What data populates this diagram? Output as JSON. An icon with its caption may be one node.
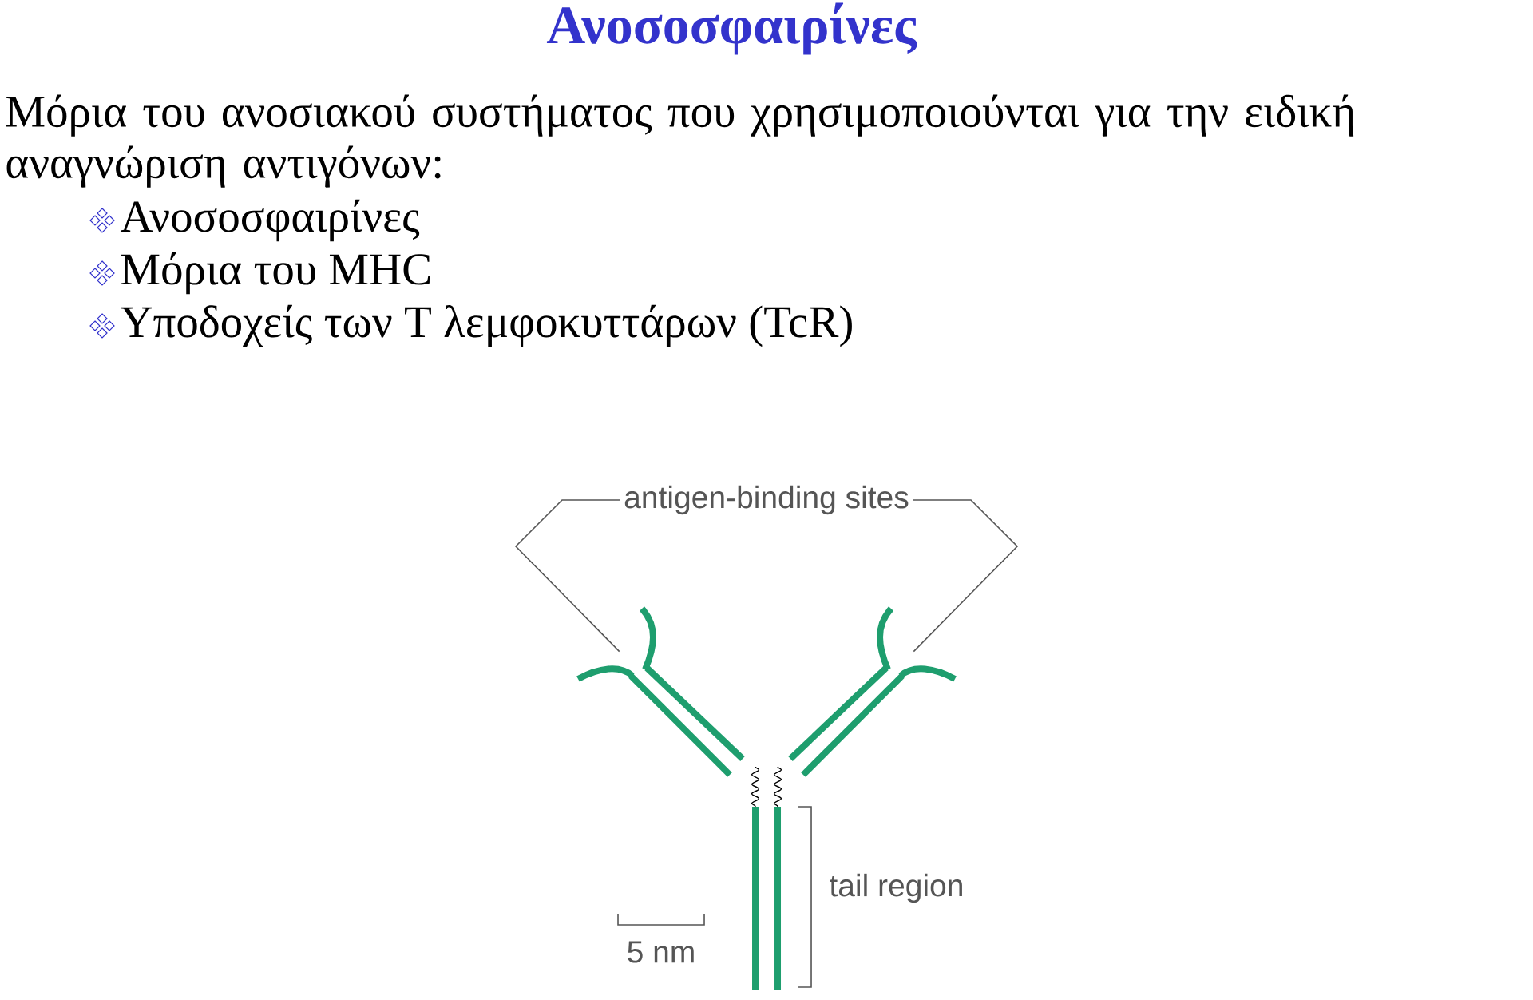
{
  "diagram": {
    "title": "Ανοσοσφαιρίνες",
    "nodes": [
      {
        "text": [
          "antigen-binding sites"
        ]
      },
      {
        "text": [],
        "shape": "arc"
      },
      {
        "text": [],
        "shape": "arc"
      }
    ],
    "edges": [
      {
        "from": 0,
        "to": 1,
        "arrow": "none"
      },
      {
        "from": 0,
        "to": 2,
        "arrow": "none"
      }
    ],
    "labels": [
      "Μόρια του ανοσιακού συστήματος που χρησιμοποιούνται για την ειδική αναγνώριση αντιγόνων:",
      "Ανοσοσφαιρίνες",
      "Μόρια του MHC",
      "Υποδοχείς των T λεμφοκυττάρων (TcR)",
      "tail region",
      "5 nm"
    ]
  }
}
